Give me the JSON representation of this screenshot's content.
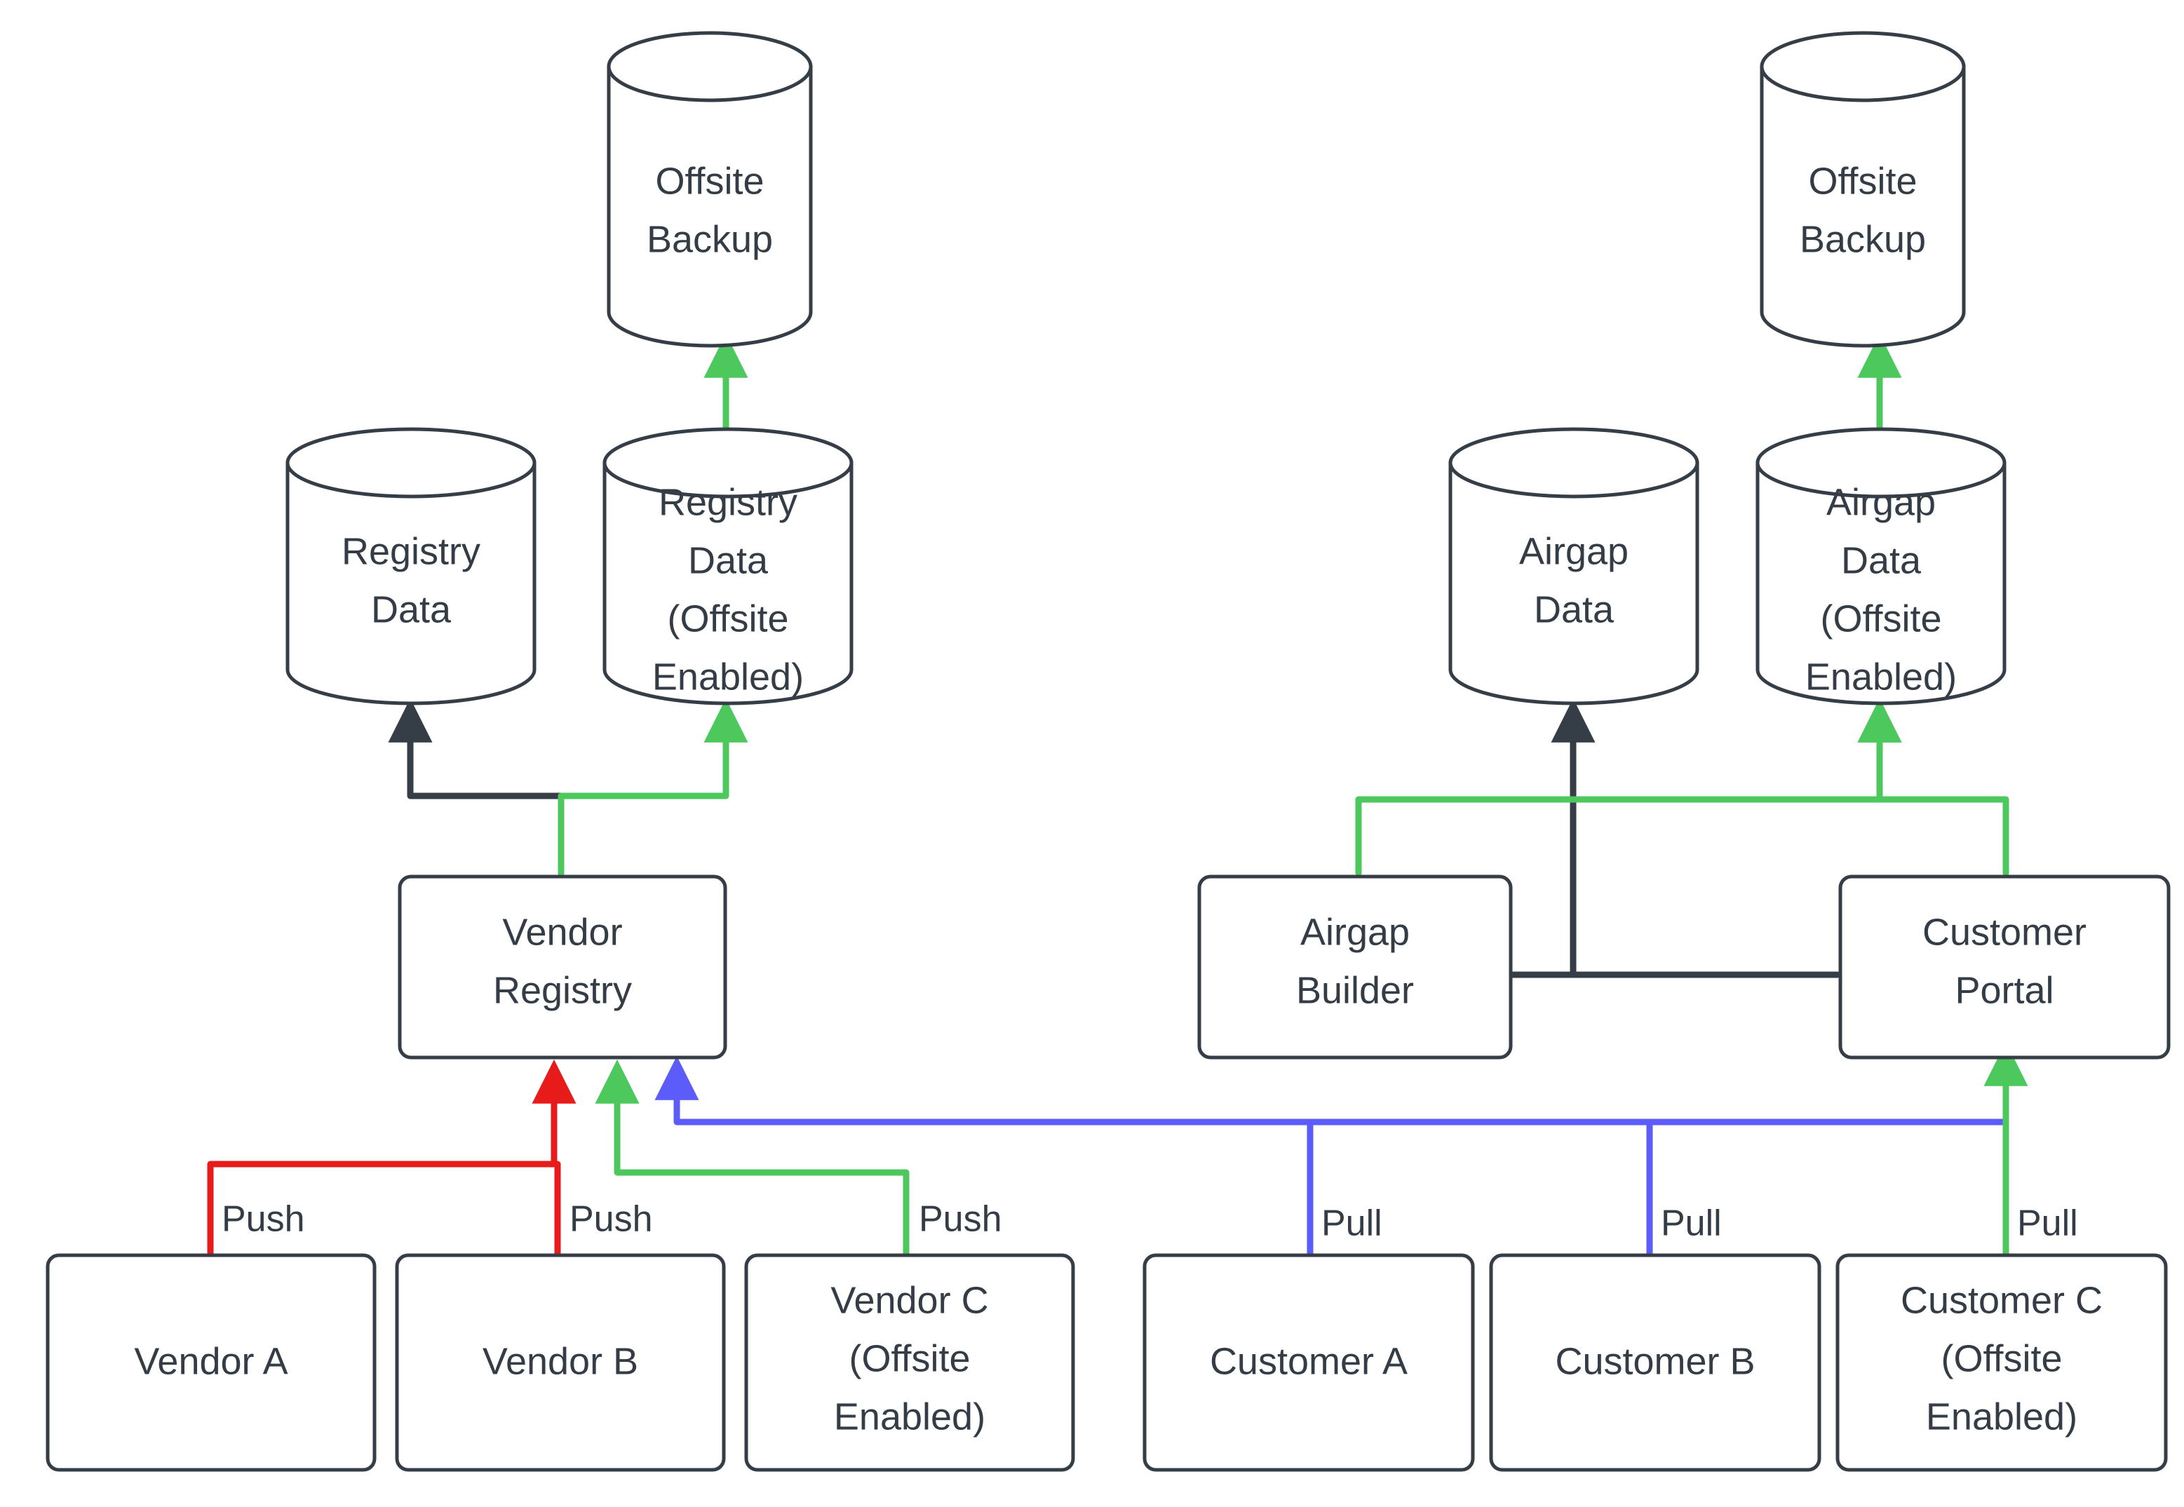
{
  "diagram": {
    "title": "Vendor and Customer Registry Offsite Backup Flow",
    "type": "flowchart",
    "background_color": "#ffffff",
    "colors": {
      "node_stroke": "#353D47",
      "node_fill": "#ffffff",
      "text": "#343C46",
      "edge_default": "#353D47",
      "edge_green": "#4CC85C",
      "edge_red": "#E81B1B",
      "edge_blue": "#5C5CFA"
    },
    "nodes": [
      {
        "id": "offsite-backup-left",
        "label": "Offsite Backup",
        "shape": "cylinder",
        "group": "vendor"
      },
      {
        "id": "registry-data",
        "label": "Registry Data",
        "shape": "cylinder",
        "group": "vendor"
      },
      {
        "id": "registry-data-offsite",
        "label": "Registry Data (Offsite Enabled)",
        "shape": "cylinder",
        "group": "vendor"
      },
      {
        "id": "vendor-registry",
        "label": "Vendor Registry",
        "shape": "box",
        "group": "vendor"
      },
      {
        "id": "vendor-a",
        "label": "Vendor A",
        "shape": "box",
        "group": "vendor"
      },
      {
        "id": "vendor-b",
        "label": "Vendor B",
        "shape": "box",
        "group": "vendor"
      },
      {
        "id": "vendor-c",
        "label": "Vendor C (Offsite Enabled)",
        "shape": "box",
        "group": "vendor"
      },
      {
        "id": "offsite-backup-right",
        "label": "Offsite Backup",
        "shape": "cylinder",
        "group": "customer"
      },
      {
        "id": "airgap-data",
        "label": "Airgap Data",
        "shape": "cylinder",
        "group": "customer"
      },
      {
        "id": "airgap-data-offsite",
        "label": "Airgap Data (Offsite Enabled)",
        "shape": "cylinder",
        "group": "customer"
      },
      {
        "id": "airgap-builder",
        "label": "Airgap Builder",
        "shape": "box",
        "group": "customer"
      },
      {
        "id": "customer-portal",
        "label": "Customer Portal",
        "shape": "box",
        "group": "customer"
      },
      {
        "id": "customer-a",
        "label": "Customer A",
        "shape": "box",
        "group": "customer"
      },
      {
        "id": "customer-b",
        "label": "Customer B",
        "shape": "box",
        "group": "customer"
      },
      {
        "id": "customer-c",
        "label": "Customer C (Offsite Enabled)",
        "shape": "box",
        "group": "customer"
      }
    ],
    "node_text_lines": {
      "offsite-backup-left": [
        "Offsite",
        "Backup"
      ],
      "registry-data": [
        "Registry",
        "Data"
      ],
      "registry-data-offsite": [
        "Registry",
        "Data",
        "(Offsite",
        "Enabled)"
      ],
      "vendor-registry": [
        "Vendor",
        "Registry"
      ],
      "vendor-a": [
        "Vendor A"
      ],
      "vendor-b": [
        "Vendor B"
      ],
      "vendor-c": [
        "Vendor C",
        "(Offsite",
        "Enabled)"
      ],
      "offsite-backup-right": [
        "Offsite",
        "Backup"
      ],
      "airgap-data": [
        "Airgap",
        "Data"
      ],
      "airgap-data-offsite": [
        "Airgap",
        "Data",
        "(Offsite",
        "Enabled)"
      ],
      "airgap-builder": [
        "Airgap",
        "Builder"
      ],
      "customer-portal": [
        "Customer",
        "Portal"
      ],
      "customer-a": [
        "Customer A"
      ],
      "customer-b": [
        "Customer B"
      ],
      "customer-c": [
        "Customer C",
        "(Offsite",
        "Enabled)"
      ]
    },
    "edges": [
      {
        "id": "e-vendora-registry",
        "from": "vendor-a",
        "to": "vendor-registry",
        "label": "Push",
        "color": "#E81B1B"
      },
      {
        "id": "e-vendorb-registry",
        "from": "vendor-b",
        "to": "vendor-registry",
        "label": "Push",
        "color": "#E81B1B"
      },
      {
        "id": "e-vendorc-registry",
        "from": "vendor-c",
        "to": "vendor-registry",
        "label": "Push",
        "color": "#4CC85C"
      },
      {
        "id": "e-registry-data",
        "from": "vendor-registry",
        "to": "registry-data",
        "label": "",
        "color": "#353D47"
      },
      {
        "id": "e-registry-data-offsite",
        "from": "vendor-registry",
        "to": "registry-data-offsite",
        "label": "",
        "color": "#4CC85C"
      },
      {
        "id": "e-registry-offsite-backup",
        "from": "registry-data-offsite",
        "to": "offsite-backup-left",
        "label": "",
        "color": "#4CC85C"
      },
      {
        "id": "e-customera-portal",
        "from": "customer-a",
        "to": "customer-portal",
        "label": "Pull",
        "color": "#5C5CFA"
      },
      {
        "id": "e-customerb-portal",
        "from": "customer-b",
        "to": "customer-portal",
        "label": "Pull",
        "color": "#5C5CFA"
      },
      {
        "id": "e-customerc-portal",
        "from": "customer-c",
        "to": "customer-portal",
        "label": "Pull",
        "color": "#4CC85C"
      },
      {
        "id": "e-portal-registry",
        "from": "customer-portal",
        "to": "vendor-registry",
        "label": "",
        "color": "#5C5CFA"
      },
      {
        "id": "e-builder-airgap-data",
        "from": "airgap-builder",
        "to": "airgap-data",
        "label": "",
        "color": "#353D47"
      },
      {
        "id": "e-portal-airgap-data",
        "from": "customer-portal",
        "to": "airgap-data",
        "label": "",
        "color": "#353D47"
      },
      {
        "id": "e-builder-airgap-offsite",
        "from": "airgap-builder",
        "to": "airgap-data-offsite",
        "label": "",
        "color": "#4CC85C"
      },
      {
        "id": "e-portal-airgap-offsite",
        "from": "customer-portal",
        "to": "airgap-data-offsite",
        "label": "",
        "color": "#4CC85C"
      },
      {
        "id": "e-airgap-offsite-backup",
        "from": "airgap-data-offsite",
        "to": "offsite-backup-right",
        "label": "",
        "color": "#4CC85C"
      }
    ],
    "edge_labels": [
      {
        "id": "lbl-push-1",
        "text": "Push"
      },
      {
        "id": "lbl-push-2",
        "text": "Push"
      },
      {
        "id": "lbl-push-3",
        "text": "Push"
      },
      {
        "id": "lbl-pull-1",
        "text": "Pull"
      },
      {
        "id": "lbl-pull-2",
        "text": "Pull"
      },
      {
        "id": "lbl-pull-3",
        "text": "Pull"
      }
    ]
  }
}
